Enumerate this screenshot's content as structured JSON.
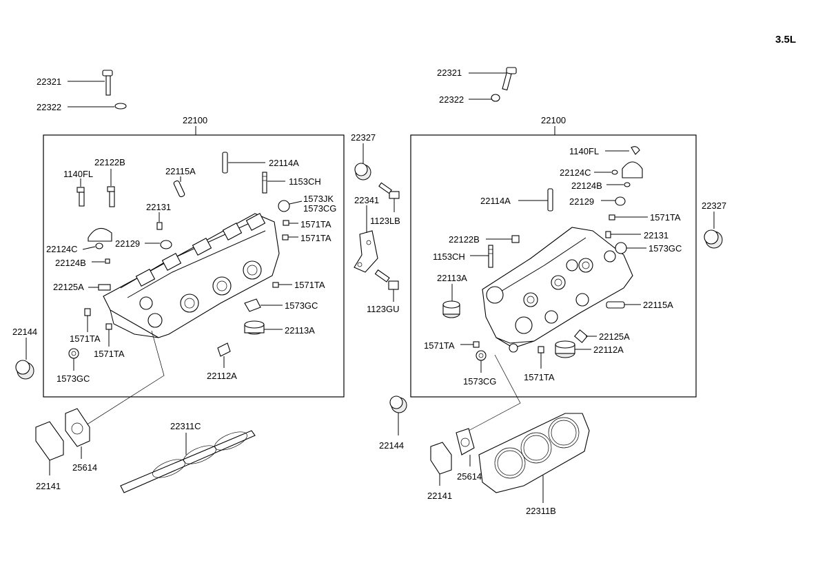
{
  "engine_tag": "3.5L",
  "labels": {
    "l_22321": "22321",
    "l_22322": "22322",
    "l_22100": "22100",
    "l_22122B": "22122B",
    "l_1140FL": "1140FL",
    "l_22115A": "22115A",
    "l_22114A": "22114A",
    "l_1153CH": "1153CH",
    "l_1573JK": "1573JK",
    "l_1573CG": "1573CG",
    "l_22131": "22131",
    "l_22129": "22129",
    "l_1571TA_a": "1571TA",
    "l_1571TA_b": "1571TA",
    "l_22124C": "22124C",
    "l_22124B": "22124B",
    "l_22125A": "22125A",
    "l_1571TA_c": "1571TA",
    "l_1573GC": "1573GC",
    "l_22113A": "22113A",
    "l_1571TA_d": "1571TA",
    "l_1571TA_e": "1571TA",
    "l_22144": "22144",
    "l_1573GC_b": "1573GC",
    "l_22112A": "22112A",
    "l_22327": "22327",
    "l_22341": "22341",
    "l_1123LB": "1123LB",
    "l_1123GU": "1123GU",
    "l_22311C": "22311C",
    "l_25614": "25614",
    "l_22141": "22141",
    "l_22144_mid": "22144",
    "r_22321": "22321",
    "r_22322": "22322",
    "r_22100": "22100",
    "r_1140FL": "1140FL",
    "r_22124C": "22124C",
    "r_22124B": "22124B",
    "r_22114A": "22114A",
    "r_22129": "22129",
    "r_1571TA_a": "1571TA",
    "r_22327": "22327",
    "r_22122B": "22122B",
    "r_22131": "22131",
    "r_1153CH": "1153CH",
    "r_1573GC": "1573GC",
    "r_22113A": "22113A",
    "r_22115A": "22115A",
    "r_1571TA_b": "1571TA",
    "r_22125A": "22125A",
    "r_22112A": "22112A",
    "r_1573CG": "1573CG",
    "r_1571TA_c": "1571TA",
    "r_25614": "25614",
    "r_22141": "22141",
    "r_22311B": "22311B"
  }
}
